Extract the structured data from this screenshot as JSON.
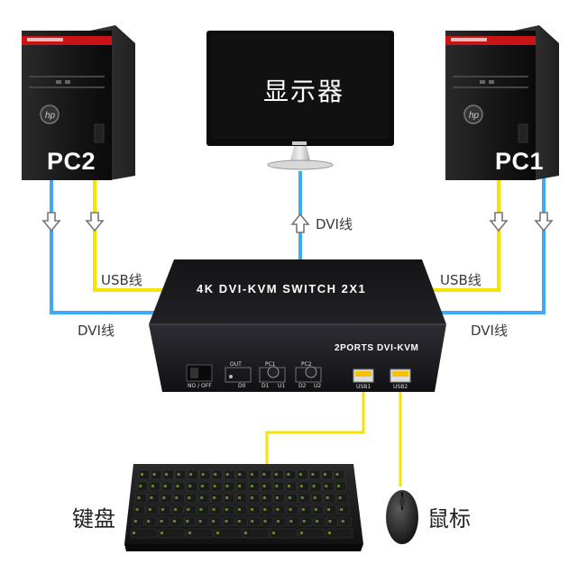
{
  "devices": {
    "pc_left_label": "PC2",
    "pc_right_label": "PC1",
    "monitor_label": "显示器",
    "keyboard_label": "键盘",
    "mouse_label": "鼠标"
  },
  "cables": {
    "dvi_monitor": "DVI线",
    "usb_left": "USB线",
    "dvi_left": "DVI线",
    "usb_right": "USB线",
    "dvi_right": "DVI线"
  },
  "kvm": {
    "title": "4K DVI-KVM SWITCH 2X1",
    "subtitle": "2PORTS DVI-KVM",
    "power": "NO / OFF",
    "out": "OUT",
    "pc1": "PC1",
    "pc2": "PC2",
    "port_d0": "D0",
    "port_d1": "D1",
    "port_u1": "U1",
    "port_d2": "D2",
    "port_u2": "U2",
    "usb1": "USB1",
    "usb2": "USB2"
  },
  "colors": {
    "dvi_cable": "#3fa9f5",
    "usb_cable": "#f5e300",
    "pc_case": "#1c1c1c",
    "kvm_body": "#1a1a1d"
  },
  "icons": [
    "down-arrow-icon",
    "up-arrow-icon",
    "hp-logo-icon"
  ]
}
